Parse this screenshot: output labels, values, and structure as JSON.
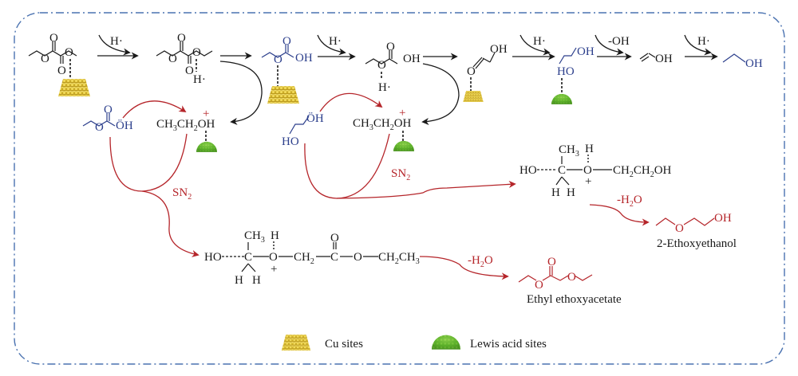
{
  "colors": {
    "black": "#1a1a1a",
    "blue": "#2c3f8c",
    "red": "#b5252a",
    "frame": "#4a72b0",
    "cu_site": "#e8c93a",
    "lewis_site": "#6fbf2a"
  },
  "main_path": {
    "steps": [
      {
        "reagent": "H·"
      },
      {
        "reagent": ""
      },
      {
        "reagent": "H·"
      },
      {
        "reagent": ""
      },
      {
        "reagent": "H·"
      },
      {
        "reagent": "-OH"
      },
      {
        "reagent": "H·"
      }
    ],
    "species": {
      "diethyl_oxalate": {
        "atoms": [
          "O",
          "O",
          "O",
          "O"
        ]
      },
      "adsorbed_h": "H·",
      "ethyl_glycolate": {
        "atoms": [
          "O",
          "O",
          "OH"
        ]
      },
      "ethyl_glycolate_h": {
        "atoms": [
          "O",
          "O",
          "OH"
        ],
        "h": "H·"
      },
      "glycolaldehyde": {
        "atoms": [
          "O",
          "OH"
        ]
      },
      "ethylene_glycol": {
        "atoms": [
          "HO",
          "OH"
        ]
      },
      "vinyl_alcohol": {
        "atoms": [
          "OH"
        ]
      },
      "ethanol": {
        "atoms": [
          "OH"
        ]
      }
    }
  },
  "side_path": {
    "protonated_ethanol": {
      "ch3": "CH",
      "sub3": "3",
      "ch2": "CH",
      "sub2": "2",
      "oh": "OH",
      "charge": "+"
    },
    "nucleophile_1": {
      "atoms": [
        "O",
        "O",
        "ÖH"
      ]
    },
    "nucleophile_2": {
      "atoms": [
        "ÖH",
        "HO"
      ]
    },
    "sn2_label": {
      "main": "SN",
      "sub": "2"
    },
    "intermediate_1": {
      "ho": "HO",
      "c": "C",
      "ch3": "CH",
      "sub3": "3",
      "h_top": "H",
      "o": "O",
      "charge": "+",
      "h1": "H",
      "h2": "H",
      "rest": [
        "CH",
        "2",
        "C",
        "O",
        "O",
        "CH",
        "2",
        "CH",
        "3"
      ]
    },
    "intermediate_2": {
      "ho": "HO",
      "c": "C",
      "ch3": "CH",
      "sub3": "3",
      "h_top": "H",
      "o": "O",
      "charge": "+",
      "h1": "H",
      "h2": "H",
      "rest": [
        "CH",
        "2",
        "CH",
        "2",
        "OH"
      ]
    },
    "dehydration_label": {
      "pre": "-H",
      "sub": "2",
      "post": "O"
    },
    "product_1": {
      "name": "Ethyl ethoxyacetate",
      "atoms": [
        "O",
        "O",
        "O"
      ]
    },
    "product_2": {
      "name": "2-Ethoxyethanol",
      "atoms": [
        "O",
        "OH"
      ]
    }
  },
  "legend": {
    "items": [
      {
        "label": "Cu sites",
        "icon": "cu-site-icon"
      },
      {
        "label": "Lewis acid sites",
        "icon": "lewis-acid-site-icon"
      }
    ]
  }
}
